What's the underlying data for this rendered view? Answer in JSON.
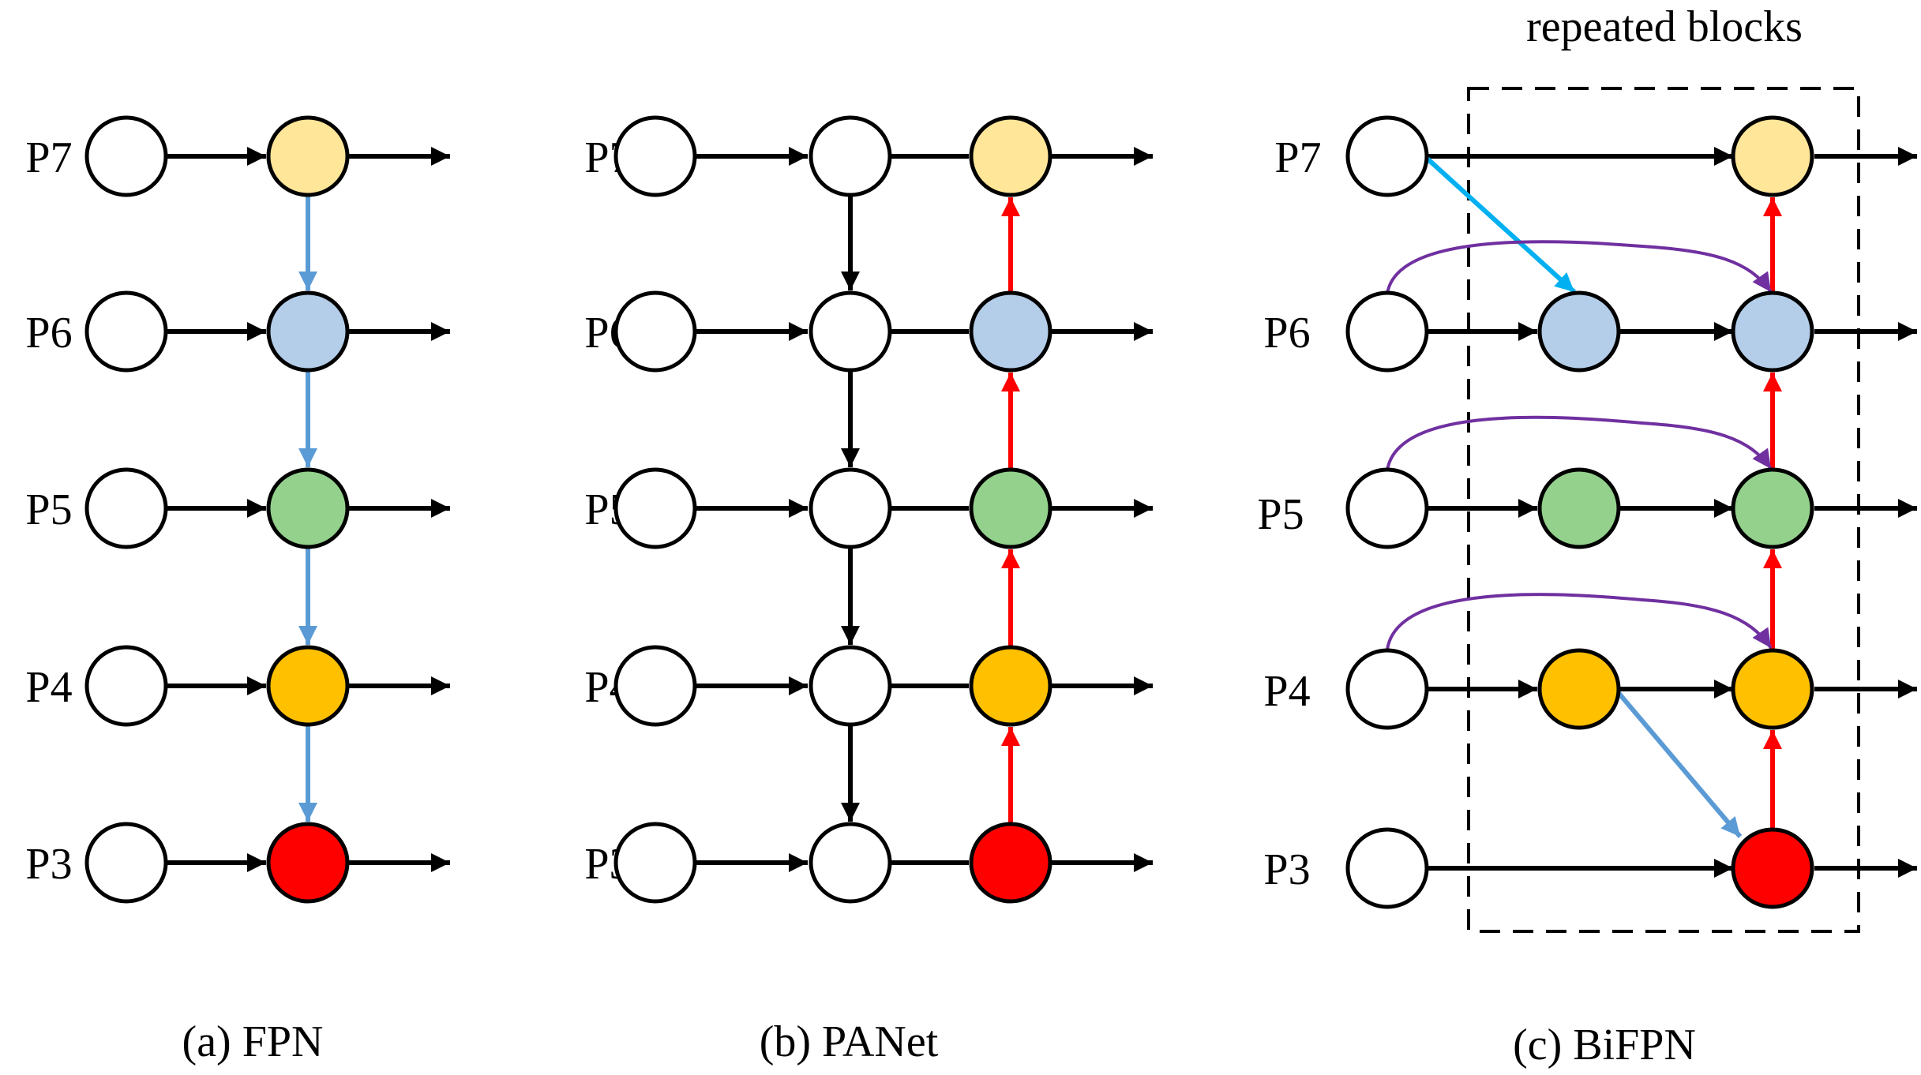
{
  "colors": {
    "P7": "#FFE699",
    "P6": "#B4CDE8",
    "P5": "#93D18C",
    "P4": "#FFC000",
    "P3": "#FF0000",
    "plain_node": "#FFFFFF",
    "top_down_arrow": "#5B9BD5",
    "bottom_up_arrow": "#FF0000",
    "cross_arrow": "#00B0F0",
    "skip_arrow": "#7030A0",
    "black": "#000000"
  },
  "panels": {
    "fpn": {
      "caption": "(a) FPN",
      "levels": [
        "P7",
        "P6",
        "P5",
        "P4",
        "P3"
      ]
    },
    "panet": {
      "caption": "(b) PANet",
      "levels": [
        "P7",
        "P6",
        "P5",
        "P4",
        "P3"
      ]
    },
    "bifpn": {
      "caption": "(c) BiFPN",
      "levels": [
        "P7",
        "P6",
        "P5",
        "P4",
        "P3"
      ],
      "box_label": "repeated blocks"
    }
  }
}
